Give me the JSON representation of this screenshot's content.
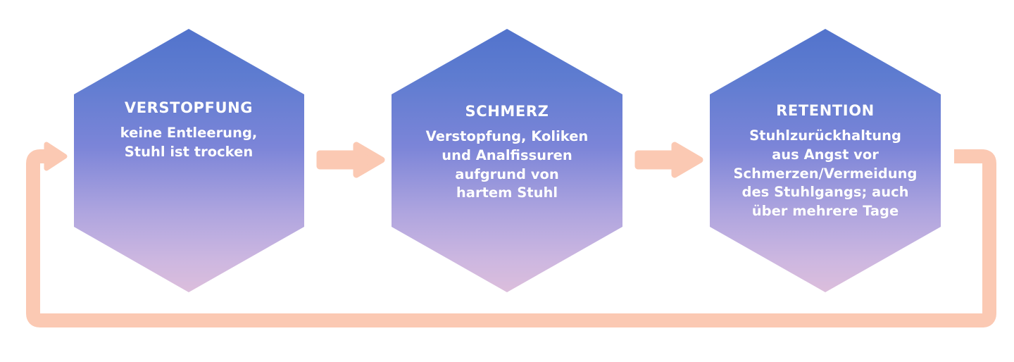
{
  "diagram": {
    "type": "cycle-flow",
    "background_color": "#ffffff",
    "nodes": [
      {
        "id": "verstopfung",
        "shape": "hexagon",
        "title": "VERSTOPFUNG",
        "description": "keine Entleerung,\nStuhl ist trocken",
        "gradient_top": "#5B79CE",
        "gradient_bottom": "#D8BBDC"
      },
      {
        "id": "schmerz",
        "shape": "hexagon",
        "title": "SCHMERZ",
        "description": "Verstopfung, Koliken\nund Analfissuren\naufgrund von\nhartem Stuhl",
        "gradient_top": "#5B79CE",
        "gradient_bottom": "#D8BBDC"
      },
      {
        "id": "retention",
        "shape": "hexagon",
        "title": "RETENTION",
        "description": "Stuhlzurückhaltung\naus Angst vor\nSchmerzen/Vermeidung\ndes Stuhlgangs; auch\nüber mehrere Tage",
        "gradient_top": "#5B79CE",
        "gradient_bottom": "#D8BBDC"
      }
    ],
    "connectors": [
      {
        "id": "arrow-verstopfung-to-schmerz",
        "from": "verstopfung",
        "to": "schmerz",
        "style": "straight-arrow",
        "color": "#FBC9B3"
      },
      {
        "id": "arrow-schmerz-to-retention",
        "from": "schmerz",
        "to": "retention",
        "style": "straight-arrow",
        "color": "#FBC9B3"
      },
      {
        "id": "arrow-retention-to-verstopfung",
        "from": "retention",
        "to": "verstopfung",
        "style": "loop-around-bottom",
        "color": "#FBC9B3"
      }
    ],
    "accent_color": "#FBC9B3"
  }
}
